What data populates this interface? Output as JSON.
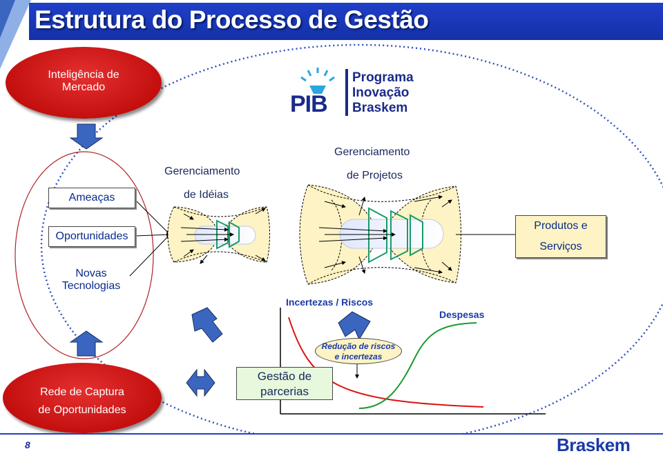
{
  "title": "Estrutura do Processo de Gestão",
  "page_number": "8",
  "market_intel": "Inteligência de Mercado",
  "inputs": [
    "Ameaças",
    "Oportunidades",
    "Novas Tecnologias"
  ],
  "ideas_mgmt": {
    "line1": "Gerenciamento",
    "line2": "de Idéias"
  },
  "projects_mgmt": {
    "line1": "Gerenciamento",
    "line2": "de Projetos"
  },
  "output": {
    "line1": "Produtos e",
    "line2": "Serviços"
  },
  "pib_logo": {
    "mark": "PIB",
    "line1": "Programa",
    "line2": "Inovação",
    "line3": "Braskem"
  },
  "uncertainty_label": "Incertezas / Riscos",
  "expenses_label": "Despesas",
  "risk_reduction": {
    "line1": "Redução de riscos",
    "line2": "e incertezas"
  },
  "partnerships": {
    "line1": "Gestão de",
    "line2": "parcerias"
  },
  "capture_net": {
    "line1": "Rede de Captura",
    "line2": "de Oportunidades"
  },
  "brand_logo": "Braskem",
  "colors": {
    "title_blue": "#1430a8",
    "red": "#c40f0f",
    "funnel": "#fdf3c4",
    "arrow_blue": "#3a66c0",
    "curve_red": "#dd1111",
    "curve_green": "#1a9a2a",
    "output_box": "#fdf3c4"
  }
}
